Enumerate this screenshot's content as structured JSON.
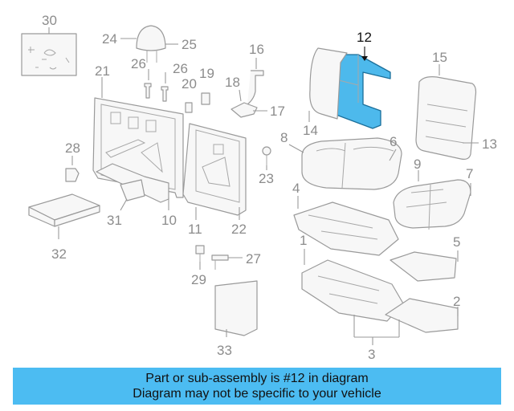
{
  "diagram": {
    "highlighted_part": "12",
    "labels": [
      "1",
      "2",
      "3",
      "4",
      "5",
      "6",
      "7",
      "8",
      "9",
      "10",
      "11",
      "12",
      "13",
      "14",
      "15",
      "16",
      "17",
      "18",
      "19",
      "20",
      "21",
      "22",
      "23",
      "24",
      "25",
      "26",
      "26",
      "27",
      "28",
      "29",
      "30",
      "31",
      "32",
      "33"
    ]
  },
  "banner": {
    "line1": "Part or sub-assembly is #12 in diagram",
    "line2": "Diagram may not be specific to your vehicle"
  },
  "colors": {
    "highlight_part": "#4db9ec",
    "banner_background": "#4cbcf2",
    "line_art": "#9a9a9a"
  }
}
